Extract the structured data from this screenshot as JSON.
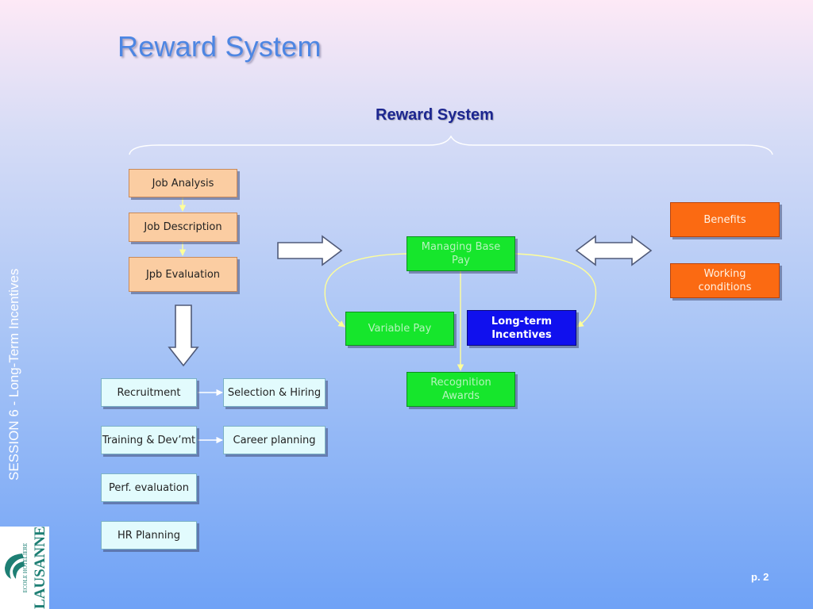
{
  "slide": {
    "title": "Reward System",
    "subtitle": "Reward System",
    "sidebar": "SESSION 6 - Long-Term Incentives",
    "page": "p. 2",
    "logo": {
      "main": "LAUSANNE",
      "small": "ECOLE HOTELIERE"
    }
  },
  "boxes": {
    "job_analysis": "Job Analysis",
    "job_description": "Job Description",
    "job_evaluation": "Jpb Evaluation",
    "recruitment": "Recruitment",
    "selection_hiring": "Selection & Hiring",
    "training": "Training & Dev’mt",
    "career_planning": "Career planning",
    "perf_evaluation": "Perf. evaluation",
    "hr_planning": "HR Planning",
    "managing_base_pay": "Managing Base Pay",
    "variable_pay": "Variable Pay",
    "long_term_incentives": "Long-term Incentives",
    "recognition_awards": "Recognition Awards",
    "benefits": "Benefits",
    "working_conditions": "Working conditions"
  },
  "colors": {
    "peach": "#fbcda2",
    "cyan": "#e2fbfd",
    "green": "#16e62c",
    "blue": "#1010ee",
    "orange": "#fb6a12",
    "connector": "#ffff99"
  }
}
